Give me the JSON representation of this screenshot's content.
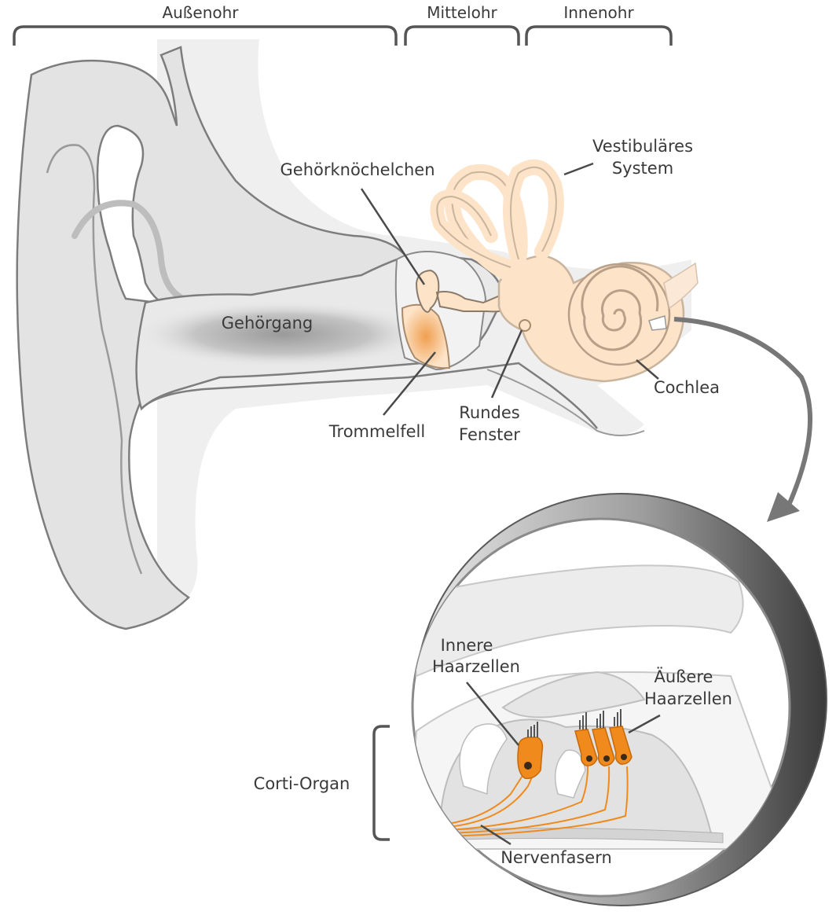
{
  "regions": {
    "outer": "Außenohr",
    "middle": "Mittelohr",
    "inner": "Innenohr"
  },
  "labels": {
    "ossicles": "Gehörknöchelchen",
    "vestibular_1": "Vestibuläres",
    "vestibular_2": "System",
    "ear_canal": "Gehörgang",
    "eardrum": "Trommelfell",
    "round_window_1": "Rundes",
    "round_window_2": "Fenster",
    "cochlea": "Cochlea",
    "inner_hair_1": "Innere",
    "inner_hair_2": "Haarzellen",
    "outer_hair_1": "Äußere",
    "outer_hair_2": "Haarzellen",
    "organ_of_corti": "Corti-Organ",
    "nerve_fibers": "Nervenfasern"
  },
  "colors": {
    "ear_fill": "#e6e6e6",
    "ear_stroke": "#7d7d7d",
    "inner_ear_fill": "#fde3c8",
    "inner_ear_stroke": "#c9b49d",
    "hair_cell": "#f08a1c",
    "label_line": "#4a4a4a",
    "bracket": "#555555"
  }
}
